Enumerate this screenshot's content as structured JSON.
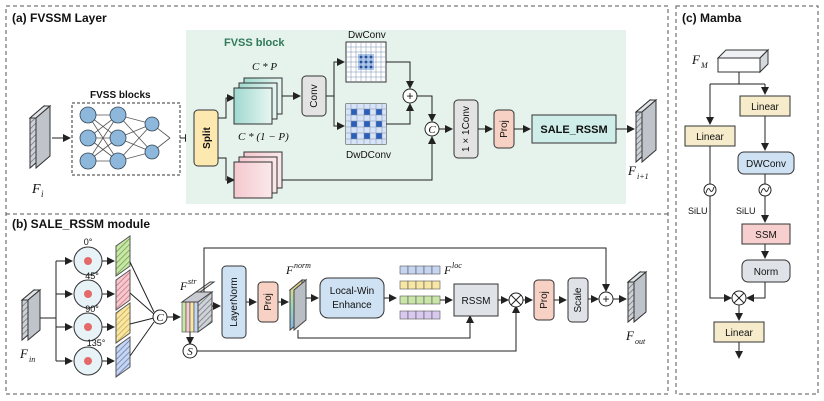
{
  "panels": {
    "a_title": "(a) FVSSM Layer",
    "b_title": "(b) SALE_RSSM module",
    "c_title": "(c) Mamba"
  },
  "fvssm": {
    "fvss_blocks_label": "FVSS blocks",
    "fvss_block_label": "FVSS block",
    "split": "Split",
    "cp": "C * P",
    "c1p": "C * (1 − P)",
    "conv": "Conv",
    "dwconv": "DwConv",
    "dwdconv": "DwDConv",
    "conv1x1": "1 × 1Conv",
    "proj": "Proj",
    "sale_rssm": "SALE_RSSM",
    "concat": "C",
    "plus": "+",
    "input": "F",
    "input_sub": "i",
    "output": "F",
    "output_sub": "i+1"
  },
  "sale": {
    "angles": [
      "0°",
      "45°",
      "90°",
      "135°"
    ],
    "concat": "C",
    "split_s": "S",
    "fstr": "F",
    "fstr_sup": "str",
    "layernorm": "LayerNorm",
    "proj1": "Proj",
    "fnorm": "F",
    "fnorm_sup": "norm",
    "local_win": "Local-Win",
    "enhance": "Enhance",
    "floc": "F",
    "floc_sup": "loc",
    "rssm": "RSSM",
    "proj2": "Proj",
    "scale": "Scale",
    "fin": "F",
    "fin_sub": "in",
    "fout": "F",
    "fout_sub": "out"
  },
  "mamba": {
    "fm": "F",
    "fm_sub": "M",
    "linear_top": "Linear",
    "linear_left": "Linear",
    "dwconv": "DWConv",
    "silu_left": "SiLU",
    "silu_right": "SiLU",
    "ssm": "SSM",
    "norm": "Norm",
    "linear_bottom": "Linear"
  },
  "colors": {
    "fvss_block_bg": "#e6f2ec",
    "split_fill": "#fde9b0",
    "linear_fill": "#f6eccb",
    "blue_box": "#cfe2f3",
    "pink_box": "#f8cfcf",
    "proj_fill": "#f7d2c4",
    "sale_fill": "#cfeee9",
    "gray_box": "#dfe3e8"
  }
}
